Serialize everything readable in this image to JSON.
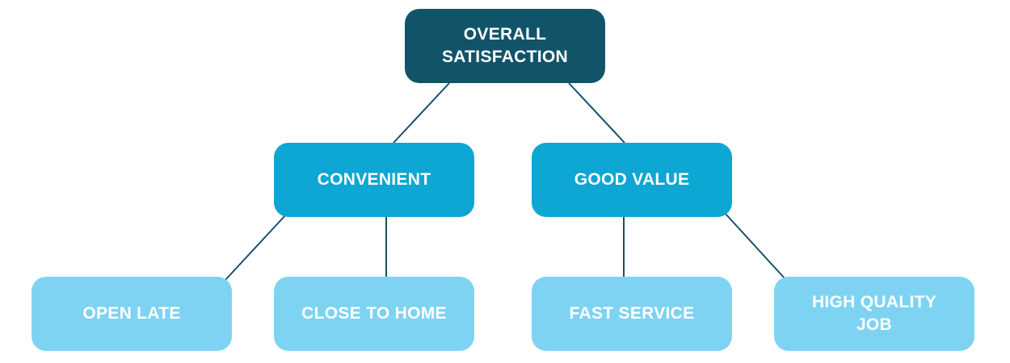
{
  "colors": {
    "level_0": "#115469",
    "level_1": "#0ea6d3",
    "level_2": "#7ed3f3",
    "connector": "#16506a",
    "text": "#ffffff"
  },
  "tree": {
    "root": {
      "label_line1": "OVERALL",
      "label_line2": "SATISFACTION"
    },
    "branches": [
      {
        "label": "CONVENIENT",
        "children": [
          {
            "label": "OPEN LATE"
          },
          {
            "label": "CLOSE TO HOME"
          }
        ]
      },
      {
        "label": "GOOD VALUE",
        "children": [
          {
            "label": "FAST SERVICE"
          },
          {
            "label_line1": "HIGH QUALITY",
            "label_line2": "JOB"
          }
        ]
      }
    ]
  }
}
